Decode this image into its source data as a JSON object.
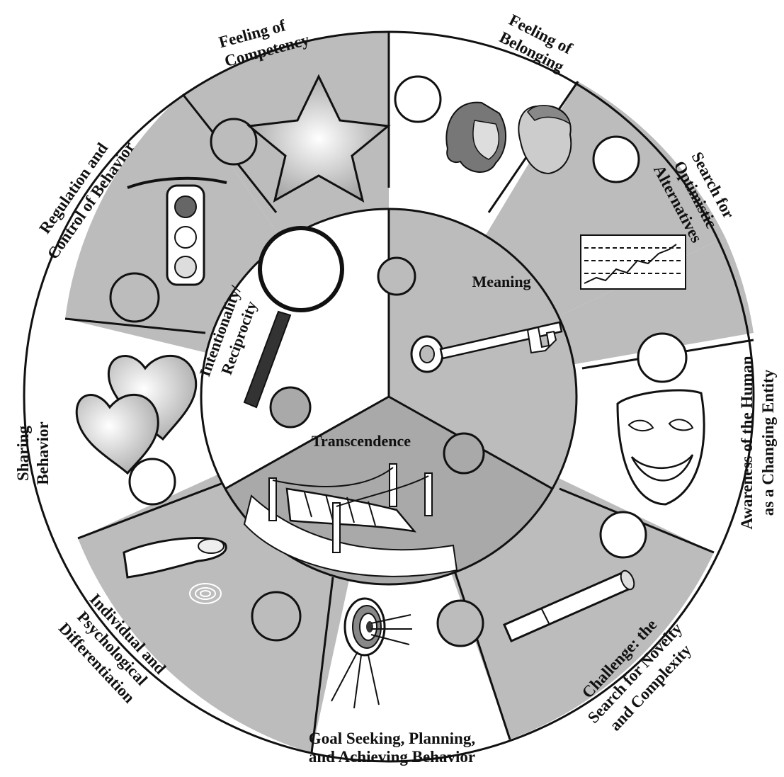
{
  "diagram": {
    "colors": {
      "gray": "#bcbcbc",
      "white": "#ffffff",
      "line": "#111111"
    },
    "inner": {
      "meaning": "Meaning",
      "transcendence": "Transcendence",
      "intentionality_line1": "Intentionality/",
      "intentionality_line2": "Reciprocity"
    },
    "outer": {
      "competency_line1": "Feeling of",
      "competency_line2": "Competency",
      "belonging_line1": "Feeling of",
      "belonging_line2": "Belonging",
      "optimistic_line1": "Search for",
      "optimistic_line2": "Optimistic",
      "optimistic_line3": "Alternatives",
      "awareness_line1": "Awareness of the Human",
      "awareness_line2": "as a Changing Entity",
      "challenge_line1": "Challenge: the",
      "challenge_line2": "Search for Novelty",
      "challenge_line3": "and Complexity",
      "goal_line1": "Goal Seeking, Planning,",
      "goal_line2": "and Achieving Behavior",
      "differentiation_line1": "Individual and",
      "differentiation_line2": "Psychological",
      "differentiation_line3": "Differentiation",
      "sharing_line1": "Sharing",
      "sharing_line2": "Behavior",
      "regulation_line1": "Regulation and",
      "regulation_line2": "Control of Behavior"
    },
    "icons": [
      "star-icon",
      "faces-icon",
      "graph-icon",
      "mask-icon",
      "telescope-icon",
      "target-icon",
      "fingerprint-icon",
      "hearts-icon",
      "traffic-light-icon",
      "magnifier-icon",
      "key-icon",
      "bridge-icon"
    ]
  }
}
